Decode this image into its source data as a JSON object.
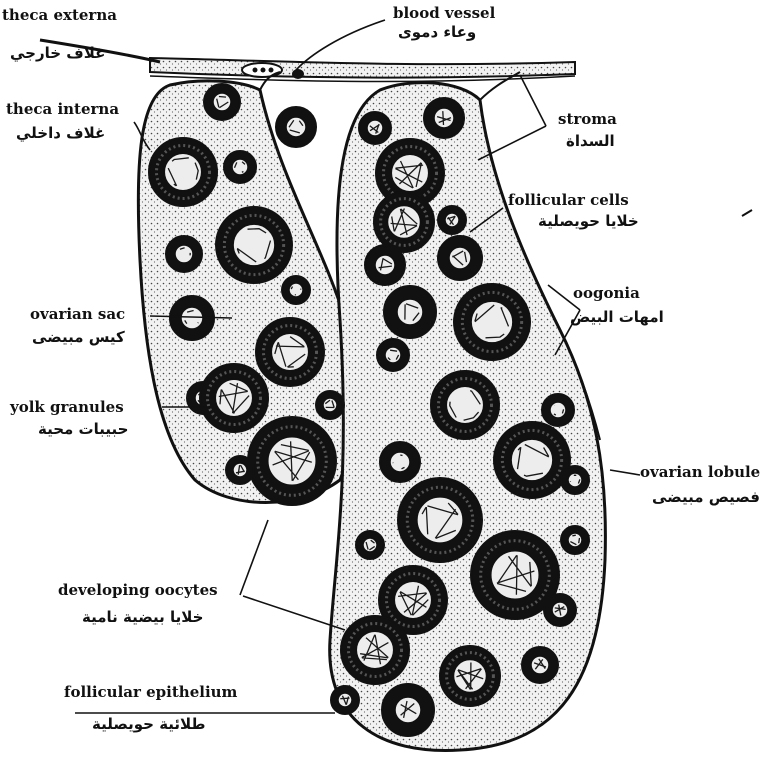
{
  "labels": {
    "theca_externa": {
      "en": "theca externa",
      "ar": "غلاف خارجي"
    },
    "blood_vessel": {
      "en": "blood vessel",
      "ar": "وعاء دموى"
    },
    "theca_interna": {
      "en": "theca interna",
      "ar": "غلاف داخلي"
    },
    "stroma": {
      "en": "stroma",
      "ar": "السداة"
    },
    "follicular_cells": {
      "en": "follicular cells",
      "ar": "خلايا حويصلية"
    },
    "oogonia": {
      "en": "oogonia",
      "ar": "امهات البيض"
    },
    "ovarian_sac": {
      "en": "ovarian sac",
      "ar": "كيس مبيضى"
    },
    "yolk_granules": {
      "en": "yolk granules",
      "ar": "حبيبات محية"
    },
    "ovarian_lobule": {
      "en": "ovarian lobule",
      "ar": "فصيص مبيضى"
    },
    "developing_oocytes": {
      "en": "developing oocytes",
      "ar": "خلايا بيضية نامية"
    },
    "follicular_epithelium": {
      "en": "follicular epithelium",
      "ar": "طلائية حويصلية"
    }
  },
  "colors": {
    "ink": "#111111",
    "paper": "#ffffff",
    "cell_light": "#ededed",
    "nucleus_mesh": "#1a1a1a"
  }
}
